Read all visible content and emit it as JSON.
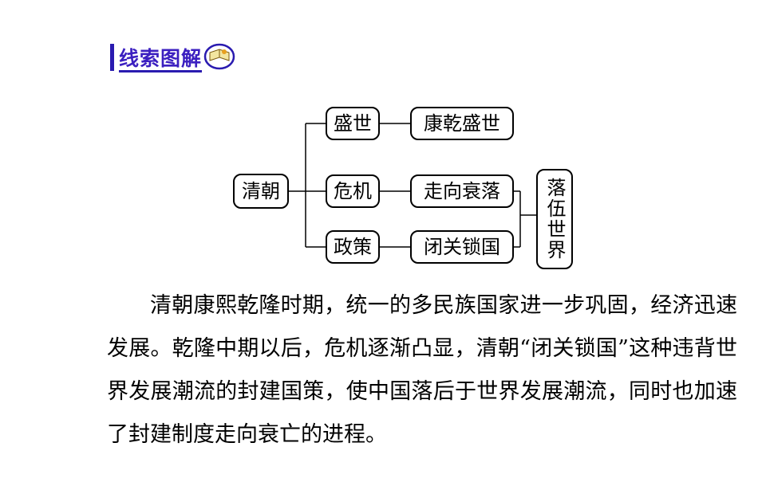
{
  "header": {
    "title": "线索图解",
    "icon": "open-book-icon",
    "accent_color": "#3b1fc0"
  },
  "diagram": {
    "root": "清朝",
    "branches": [
      "盛世",
      "危机",
      "政策"
    ],
    "leaves": [
      "康乾盛世",
      "走向衰落",
      "闭关锁国"
    ],
    "result": "落伍世界"
  },
  "paragraph": {
    "text": "清朝康熙乾隆时期，统一的多民族国家进一步巩固，经济迅速发展。乾隆中期以后，危机逐渐凸显，清朝“闭关锁国”这种违背世界发展潮流的封建国策，使中国落后于世界发展潮流，同时也加速了封建制度走向衰亡的进程。"
  }
}
